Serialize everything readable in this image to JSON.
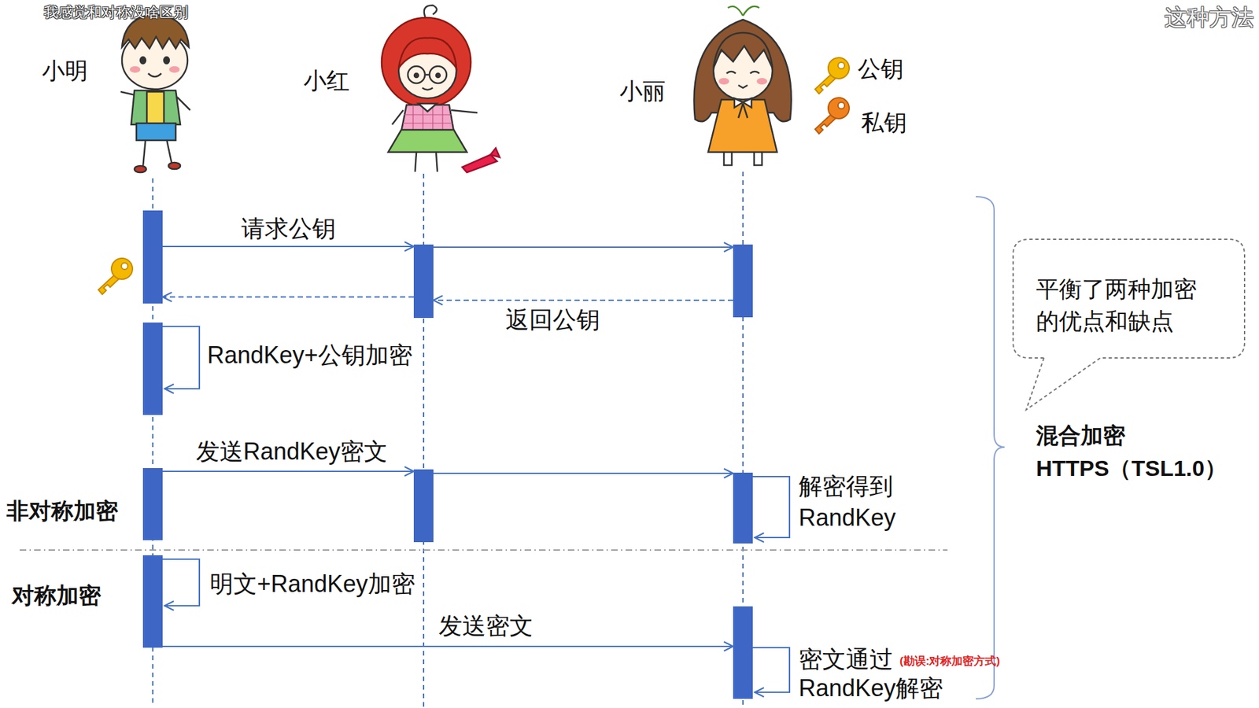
{
  "diagram": {
    "nodes": [
      {
        "text": [
          "小明"
        ]
      },
      {
        "text": [
          "小红"
        ]
      },
      {
        "text": [
          "小丽"
        ]
      },
      {
        "text": [
          "平衡了两种加密的优点和缺点"
        ]
      }
    ],
    "edges": [
      {
        "from": 0,
        "to": 1,
        "label": "请求公钥",
        "arrow": "to"
      },
      {
        "from": 1,
        "to": 2,
        "arrow": "to"
      },
      {
        "from": 2,
        "to": 1,
        "label": "返回公钥",
        "arrow": "to"
      },
      {
        "from": 1,
        "to": 0,
        "arrow": "to"
      },
      {
        "from": 0,
        "to": 0,
        "label": "RandKey+公钥加密",
        "arrow": "to"
      },
      {
        "from": 0,
        "to": 1,
        "label": "发送RandKey密文",
        "arrow": "to"
      },
      {
        "from": 1,
        "to": 2,
        "arrow": "to"
      },
      {
        "from": 2,
        "to": 2,
        "label": "解密得到 RandKey",
        "arrow": "to"
      },
      {
        "from": 0,
        "to": 0,
        "label": "明文+RandKey加密",
        "arrow": "to"
      },
      {
        "from": 0,
        "to": 2,
        "label": "发送密文",
        "arrow": "to"
      },
      {
        "from": 2,
        "to": 2,
        "label": "密文通过 RandKey解密",
        "arrow": "to"
      }
    ],
    "labels": [
      "我感觉和对称没啥区别",
      "这种方法",
      "公钥",
      "私钥",
      "非对称加密",
      "对称加密",
      "混合加密",
      "HTTPS（TSL1.0）",
      "(勘误:对称加密方式)"
    ]
  }
}
